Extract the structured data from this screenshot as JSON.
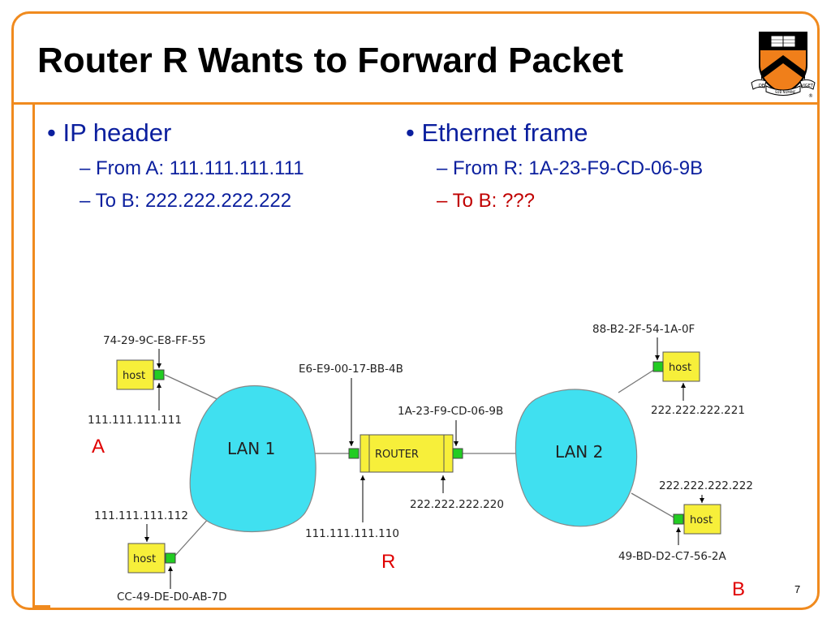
{
  "slide": {
    "title": "Router R Wants to Forward Packet",
    "page_number": "7"
  },
  "left_column": {
    "bullet": "IP header",
    "items": [
      {
        "text": "From A: 111.111.111.111",
        "color": "#0b1f9e"
      },
      {
        "text": "To B: 222.222.222.222",
        "color": "#0b1f9e"
      }
    ]
  },
  "right_column": {
    "bullet": "Ethernet frame",
    "items": [
      {
        "text": "From R: 1A-23-F9-CD-06-9B",
        "color": "#0b1f9e"
      },
      {
        "text": "To B: ???",
        "color": "#c00000"
      }
    ]
  },
  "logo": {
    "icon": "princeton-shield-icon",
    "motto_left": "DEI",
    "motto_center": "SUB NUMINE",
    "motto_right": "VIGET",
    "registered": "®"
  },
  "diagram": {
    "host_label": "host",
    "router_label": "ROUTER",
    "lan1_label": "LAN 1",
    "lan2_label": "LAN 2",
    "host_a_mac": "74-29-9C-E8-FF-55",
    "host_a_ip": "111.111.111.111",
    "host_a_marker": "A",
    "host_c_ip": "111.111.111.112",
    "host_c_mac": "CC-49-DE-D0-AB-7D",
    "router_mac_left": "E6-E9-00-17-BB-4B",
    "router_ip_left": "111.111.111.110",
    "router_mac_right": "1A-23-F9-CD-06-9B",
    "router_ip_right": "222.222.222.220",
    "router_marker": "R",
    "host_d_mac": "88-B2-2F-54-1A-0F",
    "host_d_ip": "222.222.222.221",
    "host_b_ip": "222.222.222.222",
    "host_b_mac": "49-BD-D2-C7-56-2A",
    "host_b_marker": "B",
    "colors": {
      "lan_fill": "#40e0f0",
      "host_fill": "#f7ef3a",
      "nic_fill": "#22cc22",
      "marker": "#e00000"
    }
  }
}
